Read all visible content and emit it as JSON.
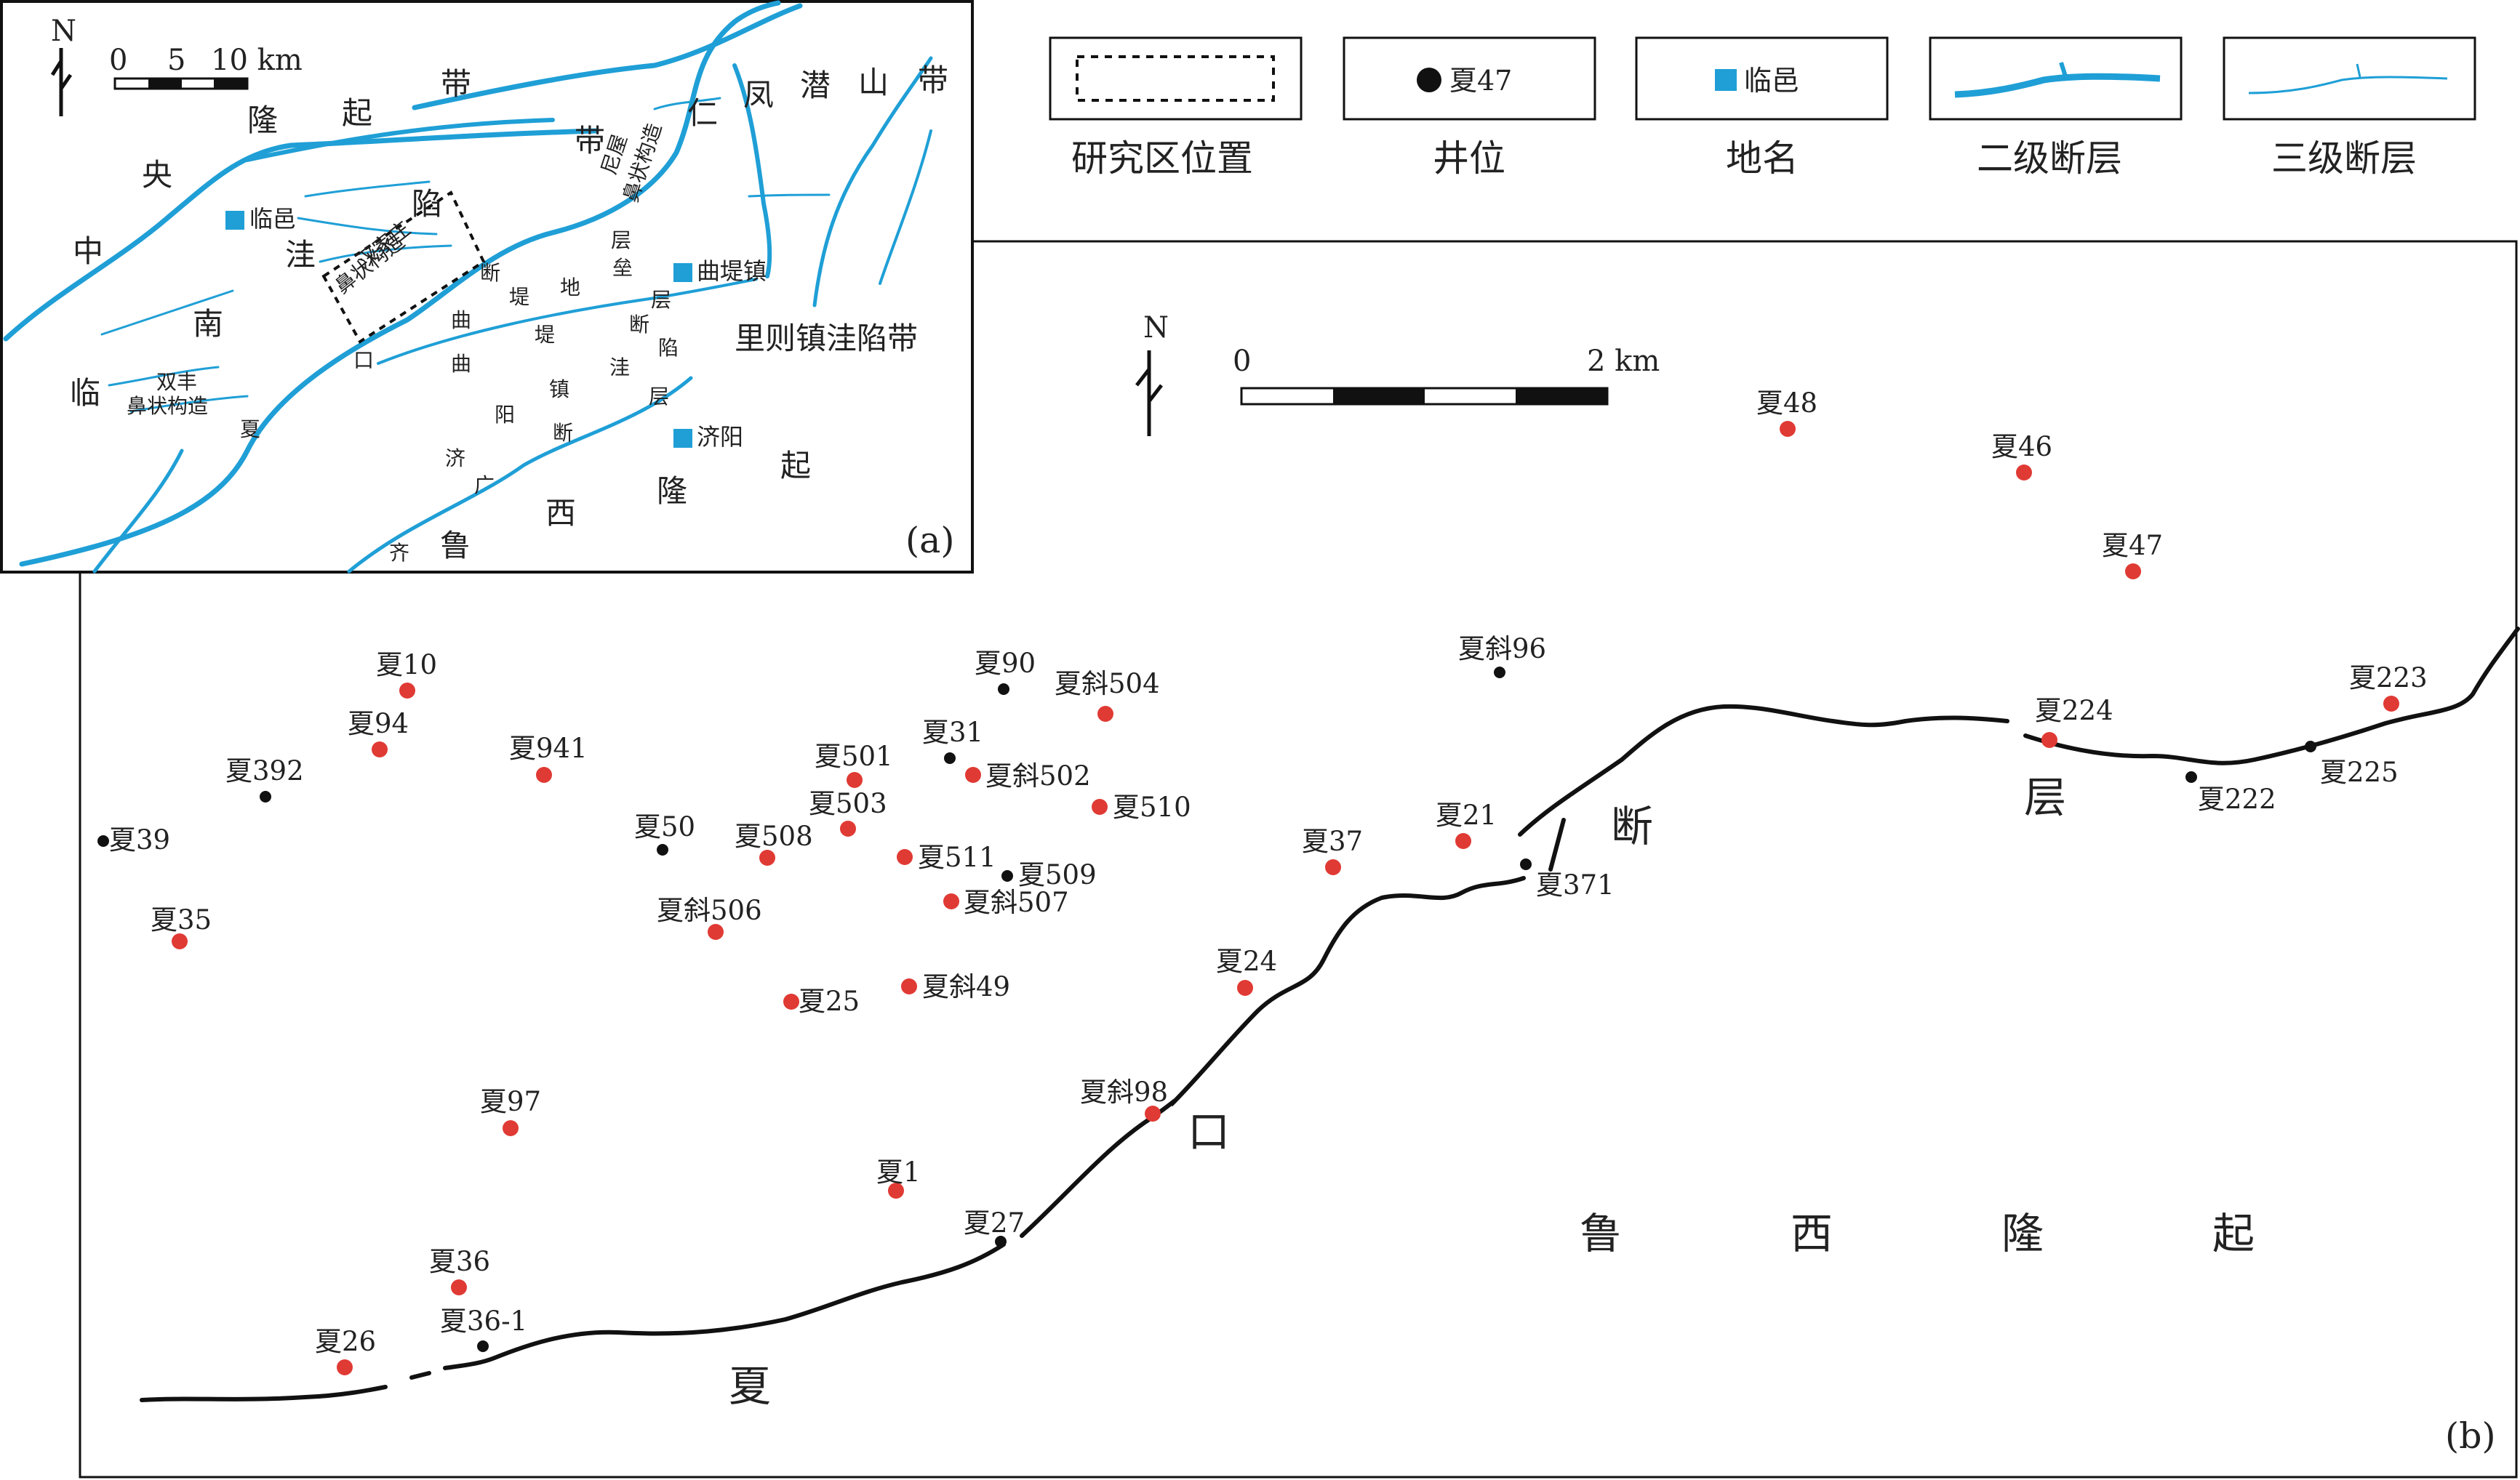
{
  "colors": {
    "fault_blue": "#1f9fd6",
    "place_blue": "#1f9fd6",
    "well_red": "#e03a34",
    "well_black": "#111111",
    "line_black": "#111111"
  },
  "legend": {
    "items": [
      {
        "symbol": "dashed-box",
        "sample": "",
        "label": "研究区位置"
      },
      {
        "symbol": "black-dot",
        "sample": "夏47",
        "label": "井位"
      },
      {
        "symbol": "blue-square",
        "sample": "临邑",
        "label": "地名"
      },
      {
        "symbol": "thick-fault",
        "sample": "",
        "label": "二级断层"
      },
      {
        "symbol": "thin-fault",
        "sample": "",
        "label": "三级断层"
      }
    ]
  },
  "panel_a": {
    "panel_label": "(a)",
    "north": "N",
    "scale": {
      "ticks": [
        "0",
        "5",
        "10 km"
      ]
    },
    "places": [
      {
        "name": "临邑"
      },
      {
        "name": "曲堤镇"
      },
      {
        "name": "济阳"
      }
    ],
    "region_labels": [
      {
        "text": "中",
        "cls": "region-a-big"
      },
      {
        "text": "央",
        "cls": "region-a-big"
      },
      {
        "text": "隆",
        "cls": "region-a-big"
      },
      {
        "text": "起",
        "cls": "region-a-big"
      },
      {
        "text": "带",
        "cls": "region-a-big"
      },
      {
        "text": "临",
        "cls": "region-a-big"
      },
      {
        "text": "南",
        "cls": "region-a-big"
      },
      {
        "text": "洼",
        "cls": "region-a-big"
      },
      {
        "text": "陷",
        "cls": "region-a-big"
      },
      {
        "text": "带",
        "cls": "region-a-big"
      },
      {
        "text": "仁",
        "cls": "region-a-big"
      },
      {
        "text": "凤",
        "cls": "region-a-big"
      },
      {
        "text": "潜",
        "cls": "region-a-big"
      },
      {
        "text": "山",
        "cls": "region-a-big"
      },
      {
        "text": "带",
        "cls": "region-a-big"
      },
      {
        "text": "里则镇洼陷带",
        "cls": "region-a-big"
      },
      {
        "text": "鲁",
        "cls": "region-a-big"
      },
      {
        "text": "西",
        "cls": "region-a-big"
      },
      {
        "text": "隆",
        "cls": "region-a-big"
      },
      {
        "text": "起",
        "cls": "region-a-big"
      },
      {
        "text": "双丰",
        "cls": "region-a-small"
      },
      {
        "text": "鼻状构造",
        "cls": "region-a-small"
      },
      {
        "text": "汉家庄",
        "cls": "region-a-small"
      },
      {
        "text": "鼻状构造",
        "cls": "region-a-small"
      },
      {
        "text": "尼屋",
        "cls": "region-a-small"
      },
      {
        "text": "鼻状构造",
        "cls": "region-a-small"
      },
      {
        "text": "断",
        "cls": "region-a-small"
      },
      {
        "text": "堤",
        "cls": "region-a-small"
      },
      {
        "text": "地",
        "cls": "region-a-small"
      },
      {
        "text": "垒",
        "cls": "region-a-small"
      },
      {
        "text": "层",
        "cls": "region-a-small"
      },
      {
        "text": "曲",
        "cls": "region-a-small"
      },
      {
        "text": "堤",
        "cls": "region-a-small"
      },
      {
        "text": "断",
        "cls": "region-a-small"
      },
      {
        "text": "层",
        "cls": "region-a-small"
      },
      {
        "text": "口",
        "cls": "region-a-small"
      },
      {
        "text": "曲",
        "cls": "region-a-small"
      },
      {
        "text": "镇",
        "cls": "region-a-small"
      },
      {
        "text": "洼",
        "cls": "region-a-small"
      },
      {
        "text": "陷",
        "cls": "region-a-small"
      },
      {
        "text": "夏",
        "cls": "region-a-small"
      },
      {
        "text": "阳",
        "cls": "region-a-small"
      },
      {
        "text": "断",
        "cls": "region-a-small"
      },
      {
        "text": "层",
        "cls": "region-a-small"
      },
      {
        "text": "济",
        "cls": "region-a-small"
      },
      {
        "text": "广",
        "cls": "region-a-small"
      },
      {
        "text": "齐",
        "cls": "region-a-small"
      }
    ]
  },
  "panel_b": {
    "panel_label": "(b)",
    "north": "N",
    "scale": {
      "ticks": [
        "0",
        "2 km"
      ]
    },
    "region_labels": [
      "断",
      "层",
      "口",
      "夏",
      "鲁",
      "西",
      "隆",
      "起"
    ],
    "wells": [
      {
        "name": "夏48",
        "type": "red"
      },
      {
        "name": "夏46",
        "type": "red"
      },
      {
        "name": "夏47",
        "type": "red"
      },
      {
        "name": "夏223",
        "type": "red"
      },
      {
        "name": "夏224",
        "type": "red"
      },
      {
        "name": "夏225",
        "type": "black"
      },
      {
        "name": "夏222",
        "type": "black"
      },
      {
        "name": "夏斜96",
        "type": "black"
      },
      {
        "name": "夏21",
        "type": "red"
      },
      {
        "name": "夏371",
        "type": "black"
      },
      {
        "name": "夏37",
        "type": "red"
      },
      {
        "name": "夏24",
        "type": "red"
      },
      {
        "name": "夏斜98",
        "type": "red"
      },
      {
        "name": "夏27",
        "type": "black"
      },
      {
        "name": "夏1",
        "type": "red"
      },
      {
        "name": "夏90",
        "type": "black"
      },
      {
        "name": "夏斜504",
        "type": "red"
      },
      {
        "name": "夏31",
        "type": "black"
      },
      {
        "name": "夏斜502",
        "type": "red"
      },
      {
        "name": "夏501",
        "type": "red"
      },
      {
        "name": "夏510",
        "type": "red"
      },
      {
        "name": "夏503",
        "type": "red"
      },
      {
        "name": "夏511",
        "type": "red"
      },
      {
        "name": "夏509",
        "type": "black"
      },
      {
        "name": "夏斜507",
        "type": "red"
      },
      {
        "name": "夏508",
        "type": "red"
      },
      {
        "name": "夏50",
        "type": "black"
      },
      {
        "name": "夏斜506",
        "type": "red"
      },
      {
        "name": "夏斜49",
        "type": "red"
      },
      {
        "name": "夏25",
        "type": "red"
      },
      {
        "name": "夏941",
        "type": "red"
      },
      {
        "name": "夏10",
        "type": "red"
      },
      {
        "name": "夏94",
        "type": "red"
      },
      {
        "name": "夏392",
        "type": "black"
      },
      {
        "name": "夏39",
        "type": "black"
      },
      {
        "name": "夏35",
        "type": "red"
      },
      {
        "name": "夏97",
        "type": "red"
      },
      {
        "name": "夏36",
        "type": "red"
      },
      {
        "name": "夏36-1",
        "type": "black"
      },
      {
        "name": "夏26",
        "type": "red"
      }
    ]
  }
}
